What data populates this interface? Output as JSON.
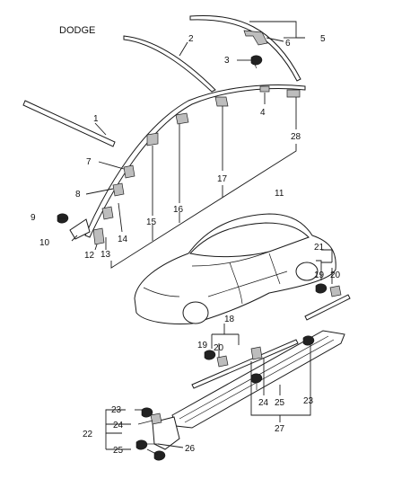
{
  "brand": "DODGE",
  "callouts": [
    "1",
    "2",
    "3",
    "4",
    "5",
    "6",
    "7",
    "8",
    "9",
    "10",
    "11",
    "12",
    "13",
    "14",
    "15",
    "16",
    "17",
    "18",
    "19",
    "20",
    "21",
    "22",
    "23",
    "24",
    "25",
    "26",
    "27",
    "28"
  ],
  "colors": {
    "line": "#1a1a1a",
    "background": "#ffffff"
  }
}
